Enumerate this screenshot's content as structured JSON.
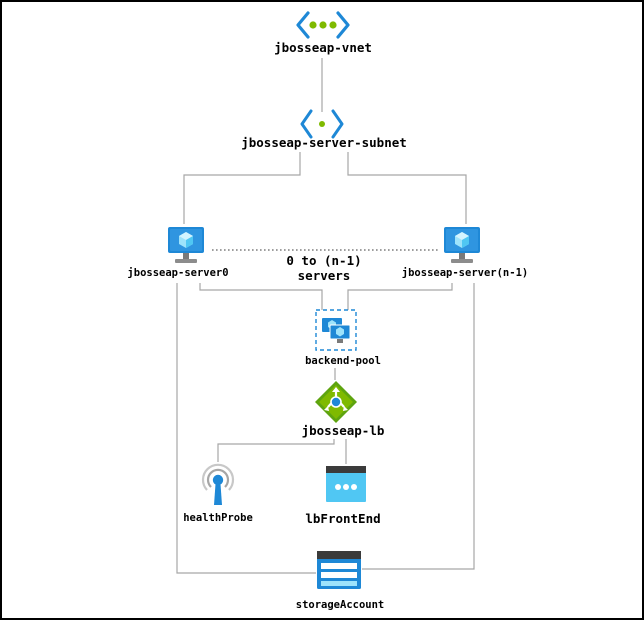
{
  "colors": {
    "line": "#a6a6a6",
    "dotted": "#7f7f7f",
    "azure_blue": "#1e88d6",
    "azure_light": "#50c7f3",
    "vnet_green": "#7fba00",
    "lb_green": "#5ea40f"
  },
  "nodes": {
    "vnet": {
      "label": "jbosseap-vnet",
      "icon": "vnet-icon"
    },
    "subnet": {
      "label": "jbosseap-server-subnet",
      "icon": "subnet-icon"
    },
    "server0": {
      "label": "jbosseap-server0",
      "icon": "virtual-machine-icon"
    },
    "servern": {
      "label": "jbosseap-server(n-1)",
      "icon": "virtual-machine-icon"
    },
    "servers_note": {
      "line1": "0 to (n-1)",
      "line2": "servers"
    },
    "backend_pool": {
      "label": "backend-pool",
      "icon": "backend-pool-icon"
    },
    "lb": {
      "label": "jbosseap-lb",
      "icon": "load-balancer-icon"
    },
    "health_probe": {
      "label": "healthProbe",
      "icon": "health-probe-icon"
    },
    "lb_frontend": {
      "label": "lbFrontEnd",
      "icon": "frontend-ip-icon"
    },
    "storage": {
      "label": "storageAccount",
      "icon": "storage-account-icon"
    }
  }
}
